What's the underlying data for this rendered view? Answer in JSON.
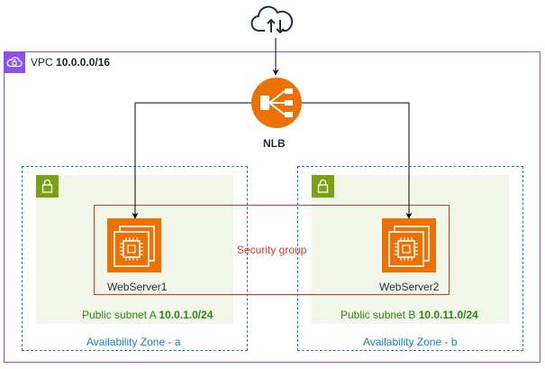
{
  "vpc": {
    "label": "VPC",
    "cidr": "10.0.0.0/16"
  },
  "load_balancer": {
    "label": "NLB"
  },
  "security_group": {
    "label": "Security group"
  },
  "zone_a": {
    "az_label": "Availability Zone - a",
    "subnet_label": "Public subnet A",
    "subnet_cidr": "10.0.1.0/24",
    "server_label": "WebServer1"
  },
  "zone_b": {
    "az_label": "Availability Zone - b",
    "subnet_label": "Public subnet B",
    "subnet_cidr": "10.0.11.0/24",
    "server_label": "WebServer2"
  },
  "icons": {
    "internet": "cloud-upload-download-icon",
    "vpc": "vpc-cloud-icon",
    "lock": "lock-icon",
    "nlb": "network-load-balancer-icon",
    "ec2": "ec2-instance-icon"
  },
  "colors": {
    "vpc_border": "#8c4fff",
    "az_border": "#147eba",
    "subnet_fill": "#f2f6e8",
    "subnet_accent": "#7aa116",
    "subnet_text": "#248814",
    "security_group": "#dd3522",
    "ec2": "#ed7100",
    "nlb": "#ed7100"
  }
}
